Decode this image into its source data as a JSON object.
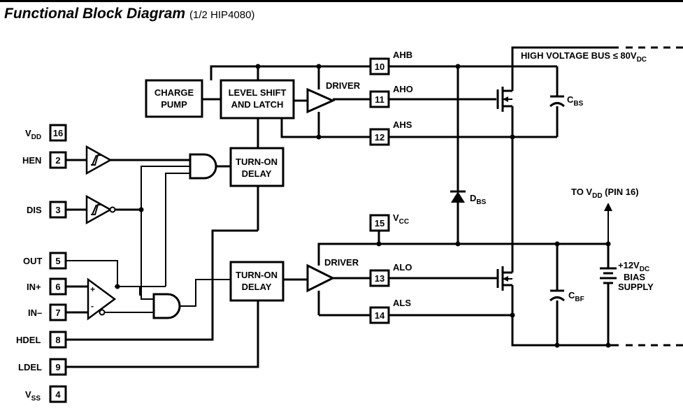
{
  "title": {
    "main": "Functional Block Diagram",
    "sub": "(1/2 HIP4080)"
  },
  "blocks": {
    "charge_pump": [
      "CHARGE",
      "PUMP"
    ],
    "level_shift": [
      "LEVEL SHIFT",
      "AND LATCH"
    ],
    "turn_on_delay_high": [
      "TURN-ON",
      "DELAY"
    ],
    "turn_on_delay_low": [
      "TURN-ON",
      "DELAY"
    ]
  },
  "drivers": {
    "high": "DRIVER",
    "low": "DRIVER"
  },
  "pins": {
    "vdd": {
      "number": "16",
      "name": "V",
      "sub": "DD"
    },
    "hen": {
      "number": "2",
      "name": "HEN"
    },
    "dis": {
      "number": "3",
      "name": "DIS"
    },
    "out": {
      "number": "5",
      "name": "OUT"
    },
    "in_plus": {
      "number": "6",
      "name": "IN+"
    },
    "in_minus": {
      "number": "7",
      "name": "IN–"
    },
    "hdel": {
      "number": "8",
      "name": "HDEL"
    },
    "ldel": {
      "number": "9",
      "name": "LDEL"
    },
    "vss": {
      "number": "4",
      "name": "V",
      "sub": "SS"
    },
    "ahb": {
      "number": "10",
      "name": "AHB"
    },
    "aho": {
      "number": "11",
      "name": "AHO"
    },
    "ahs": {
      "number": "12",
      "name": "AHS"
    },
    "vcc": {
      "number": "15",
      "name": "V",
      "sub": "CC"
    },
    "alo": {
      "number": "13",
      "name": "ALO"
    },
    "als": {
      "number": "14",
      "name": "ALS"
    }
  },
  "comparator": {
    "plus": "+",
    "minus": "-"
  },
  "components": {
    "cbs": {
      "name": "C",
      "sub": "BS"
    },
    "dbs": {
      "name": "D",
      "sub": "BS"
    },
    "cbf": {
      "name": "C",
      "sub": "BF"
    }
  },
  "annotations": {
    "hv_bus": {
      "text": "HIGH VOLTAGE BUS ≤ 80V",
      "sub": "DC"
    },
    "to_vdd": {
      "pre": "TO V",
      "sub": "DD",
      "post": " (PIN 16)"
    },
    "bias_line1": {
      "text": "+12V",
      "sub": "DC"
    },
    "bias_line2": "BIAS",
    "bias_line3": "SUPPLY"
  }
}
